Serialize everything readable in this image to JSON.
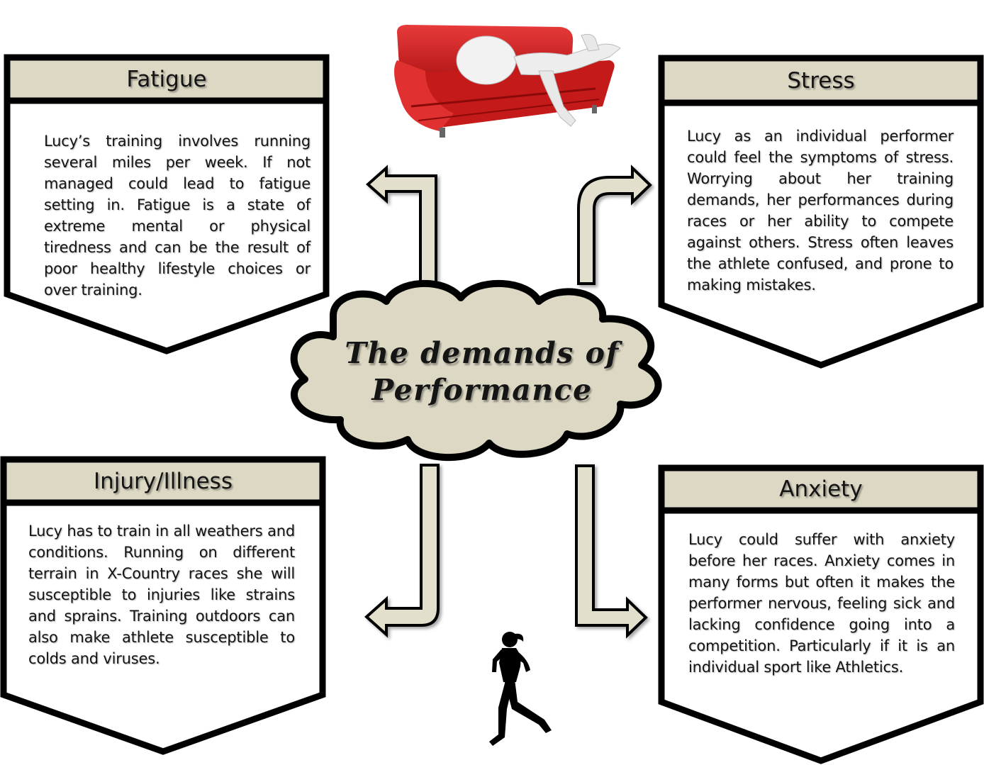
{
  "title": {
    "line1": "The demands of",
    "line2": "Performance"
  },
  "boxes": {
    "fatigue": {
      "heading": "Fatigue",
      "text": "Lucy’s training involves running several miles per week. If not managed could lead to fatigue setting in. Fatigue is a state of extreme mental or physical tiredness and can be the result of poor healthy lifestyle choices or over training."
    },
    "stress": {
      "heading": "Stress",
      "text": "Lucy as an individual performer could feel the symptoms of stress. Worrying about her training demands, her performances during races or her ability to compete against others. Stress often leaves the athlete confused, and prone to making mistakes."
    },
    "injury": {
      "heading": "Injury/Illness",
      "text": "Lucy has to train in all weathers and conditions. Running on different terrain in X-Country races she will susceptible to injuries like strains and sprains. Training outdoors can also make athlete susceptible to colds and viruses."
    },
    "anxiety": {
      "heading": "Anxiety",
      "text": "Lucy could suffer with anxiety before her races. Anxiety comes in many forms but often it makes the performer nervous, feeling sick and lacking confidence going into a competition. Particularly if it is an individual sport like Athletics."
    }
  },
  "colors": {
    "header_fill": "#dcd8c4",
    "cloud_fill": "#dcd8c4",
    "arrow_fill": "#e2dfcc",
    "sofa": "#d02020",
    "outline": "#000000"
  },
  "images": {
    "sofa": "sleeping-figure-on-red-sofa",
    "runner": "runner-silhouette"
  }
}
